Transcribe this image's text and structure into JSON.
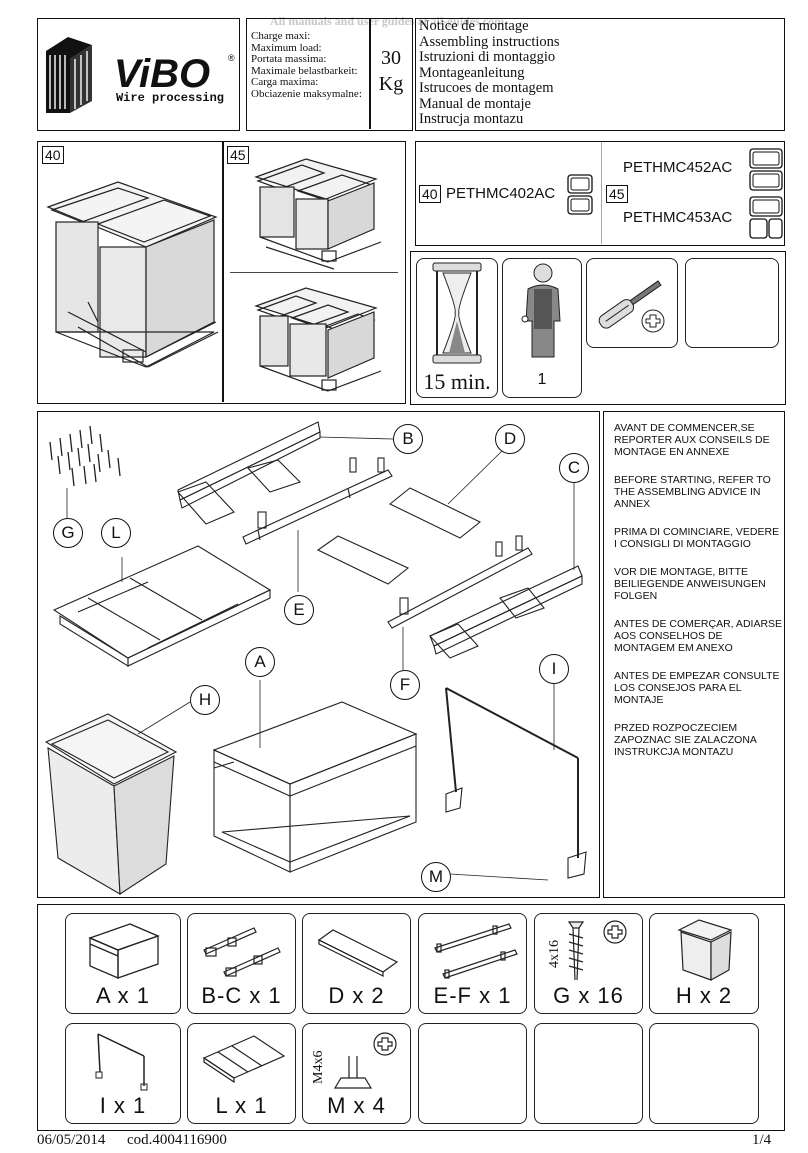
{
  "watermark": "All manuals and user guides at all-guides.com",
  "brand": {
    "name": "ViBO",
    "tagline": "Wire processing"
  },
  "load": {
    "labels": [
      "Charge maxi:",
      "Maximum load:",
      "Portata massima:",
      "Maximale belastbarkeit:",
      "Carga maxima:",
      "Obciazenie maksymalne:"
    ],
    "value": "30",
    "unit": "Kg"
  },
  "instructions_titles": [
    "Notice de montage",
    "Assembling instructions",
    "Istruzioni di montaggio",
    "Montageanleitung",
    "Istrucoes de montagem",
    "Manual de montaje",
    "Instrucja montazu"
  ],
  "variants": {
    "v40": "40",
    "v45": "45"
  },
  "models": {
    "m40": "PETHMC402AC",
    "m45a": "PETHMC452AC",
    "m45b": "PETHMC453AC"
  },
  "tools": {
    "time": "15 min.",
    "persons": "1"
  },
  "parts": {
    "labels": [
      "A",
      "B",
      "C",
      "D",
      "E",
      "F",
      "G",
      "H",
      "I",
      "L",
      "M"
    ]
  },
  "advice": [
    "AVANT DE COMMENCER,SE REPORTER AUX CONSEILS DE MONTAGE EN ANNEXE",
    "BEFORE STARTING, REFER TO THE ASSEMBLING ADVICE IN ANNEX",
    "PRIMA DI COMINCIARE, VEDERE I CONSIGLI DI MONTAGGIO",
    "VOR DIE MONTAGE, BITTE BEILIEGENDE ANWEISUNGEN FOLGEN",
    "ANTES DE COMERÇAR, ADIARSE AOS CONSELHOS DE MONTAGEM EM ANEXO",
    "ANTES DE EMPEZAR CONSULTE LOS CONSEJOS PARA EL MONTAJE",
    "PRZED ROZPOCZECIEM ZAPOZNAC SIE ZALACZONA INSTRUKCJA MONTAZU"
  ],
  "inventory": [
    {
      "caption": "A  x  1"
    },
    {
      "caption": "B-C  x  1"
    },
    {
      "caption": "D  x  2"
    },
    {
      "caption": "E-F  x  1"
    },
    {
      "caption": "G x  16",
      "screw": "4x16"
    },
    {
      "caption": "H  x  2"
    },
    {
      "caption": "I  x  1"
    },
    {
      "caption": "L  x  1"
    },
    {
      "caption": "M  x  4",
      "screw": "M4x6"
    }
  ],
  "footer": {
    "date": "06/05/2014",
    "code": "cod.4004116900",
    "page": "1/4"
  }
}
